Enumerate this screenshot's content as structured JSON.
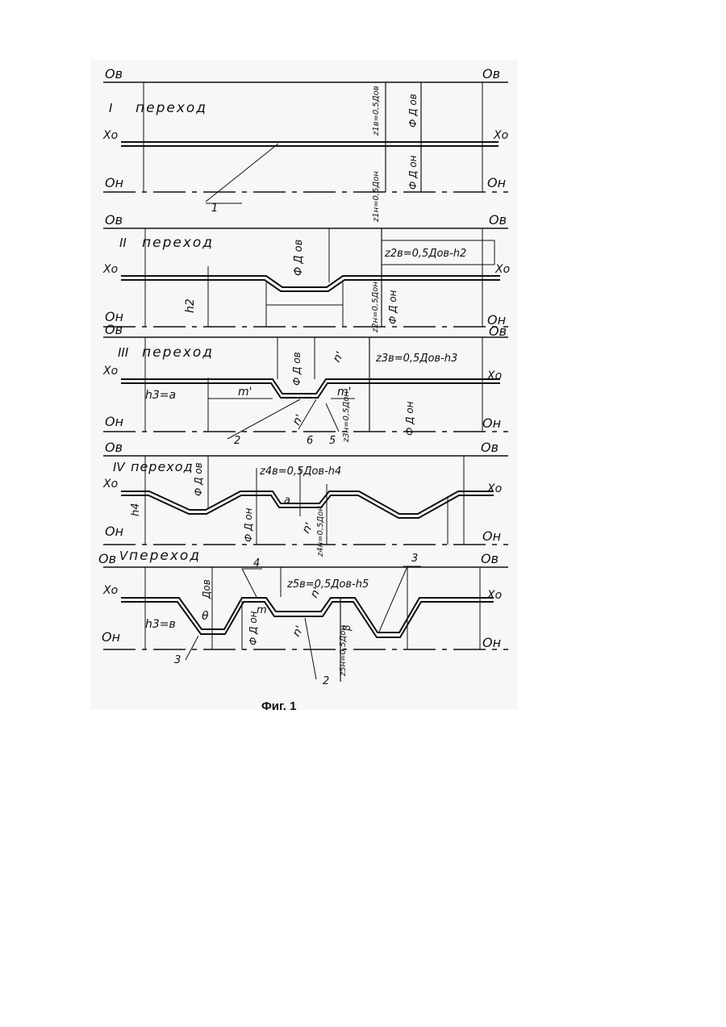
{
  "figure": {
    "caption": "Фиг. 1",
    "axis_labels": {
      "top": "Ов",
      "bottom": "Он",
      "axis": "Хо",
      "axis_first": "Хо"
    },
    "stages": [
      {
        "numeral": "I",
        "word": "переход",
        "dims": {
          "top_dia": "Ф Д ов",
          "bottom_dia": "Ф Д он",
          "z_top": "z1в=0,5Дов",
          "z_bot": "z1н=0,5Дон"
        },
        "callouts": [
          "1"
        ]
      },
      {
        "numeral": "II",
        "word": "переход",
        "dims": {
          "top_dia": "Ф Д ов",
          "bottom_dia": "Ф Д он",
          "z_top": "z2в=0,5Дов-h2",
          "z_bot": "z2н=0,5Дон",
          "h": "h2"
        }
      },
      {
        "numeral": "III",
        "word": "переход",
        "dims": {
          "top_dia": "Ф Д ов",
          "bottom_dia": "Ф Д он",
          "z_top": "z3в=0,5Дов-h3",
          "z_bot": "z3н=0,5Дон",
          "h": "h3=a",
          "m": "m'",
          "n": "n'"
        },
        "callouts": [
          "2",
          "6",
          "5"
        ]
      },
      {
        "numeral": "IV",
        "word": "переход",
        "dims": {
          "top_dia": "Ф Д ов",
          "bottom_dia": "Ф Д он",
          "z_top": "z4в=0,5Дов-h4",
          "z_bot": "z4н=0,5Дон",
          "h": "h4",
          "a": "a",
          "n": "n'"
        }
      },
      {
        "numeral": "V",
        "word": "переход",
        "dims": {
          "top_dia": "Дов",
          "bottom_dia": "Ф Д он",
          "z_top": "z5в=0,5Дов-h5",
          "z_bot": "z5н=0,5Дон",
          "h": "h3=в",
          "m": "m",
          "n": "n'",
          "theta": "θ",
          "beta": "β"
        },
        "callouts": [
          "4",
          "3",
          "3",
          "2"
        ]
      }
    ]
  }
}
